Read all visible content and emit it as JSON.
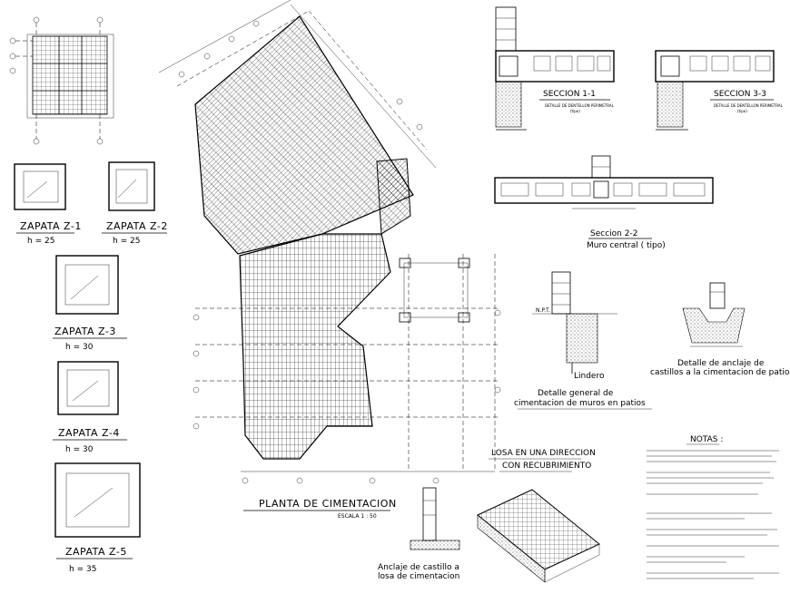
{
  "zapatas": [
    {
      "title": "ZAPATA  Z-1",
      "h": "h = 25"
    },
    {
      "title": "ZAPATA  Z-2",
      "h": "h = 25"
    },
    {
      "title": "ZAPATA  Z-3",
      "h": "h = 30"
    },
    {
      "title": "ZAPATA  Z-4",
      "h": "h = 30"
    },
    {
      "title": "ZAPATA  Z-5",
      "h": "h = 35"
    }
  ],
  "plan": {
    "title": "PLANTA  DE  CIMENTACION",
    "scale": "ESCALA 1 : 50"
  },
  "sections": {
    "s11_title": "SECCION  1-1",
    "s11_sub": "DETALLE DE DENTELLON PERIMETRAL",
    "s11_tipo": "(tipo)",
    "s33_title": "SECCION  3-3",
    "s33_sub": "DETALLE DE DENTELLON PERIMETRAL",
    "s33_tipo": "(tipo)",
    "s22_title": "Seccion  2-2",
    "s22_sub": "Muro central ( tipo)"
  },
  "patios": {
    "npt": "N.P.T.",
    "lindero": "Lindero",
    "caption1": "Detalle general de",
    "caption2": "cimentacion de muros en patios"
  },
  "anclaje_patios": {
    "caption1": "Detalle de anclaje de",
    "caption2": "castillos a la cimentacion de patios"
  },
  "losa": {
    "title1": "LOSA EN UNA DIRECCION",
    "title2": "CON RECUBRIMIENTO"
  },
  "anclaje_losa": {
    "caption1": "Anclaje de castillo a",
    "caption2": "losa de cimentacion"
  },
  "notas": {
    "title": "NOTAS :"
  }
}
